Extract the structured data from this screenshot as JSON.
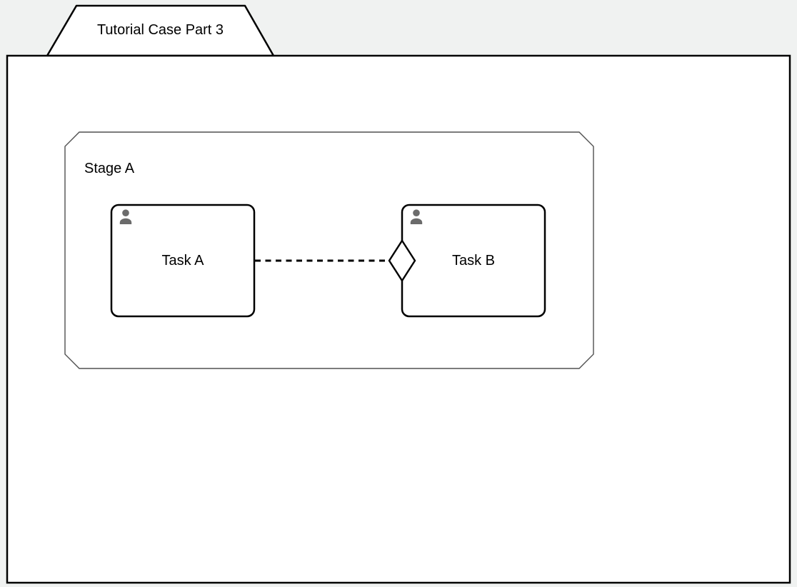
{
  "diagram": {
    "notation": "CMMN case diagram",
    "case_plan": {
      "label": "Tutorial Case Part 3"
    },
    "stage": {
      "label": "Stage A"
    },
    "tasks": [
      {
        "label": "Task A",
        "type": "human-task",
        "icon": "person-icon"
      },
      {
        "label": "Task B",
        "type": "human-task",
        "icon": "person-icon",
        "entry_criterion": "diamond-sentry-on-left-edge"
      }
    ],
    "connector": {
      "from": "Task A",
      "to": "Task B entry criterion",
      "style": "dashed"
    },
    "colors": {
      "canvas_background": "#f0f2f1",
      "shape_fill": "#ffffff",
      "shape_border": "#000000",
      "stage_border": "#505050",
      "person_icon": "#6b6b6b"
    }
  }
}
